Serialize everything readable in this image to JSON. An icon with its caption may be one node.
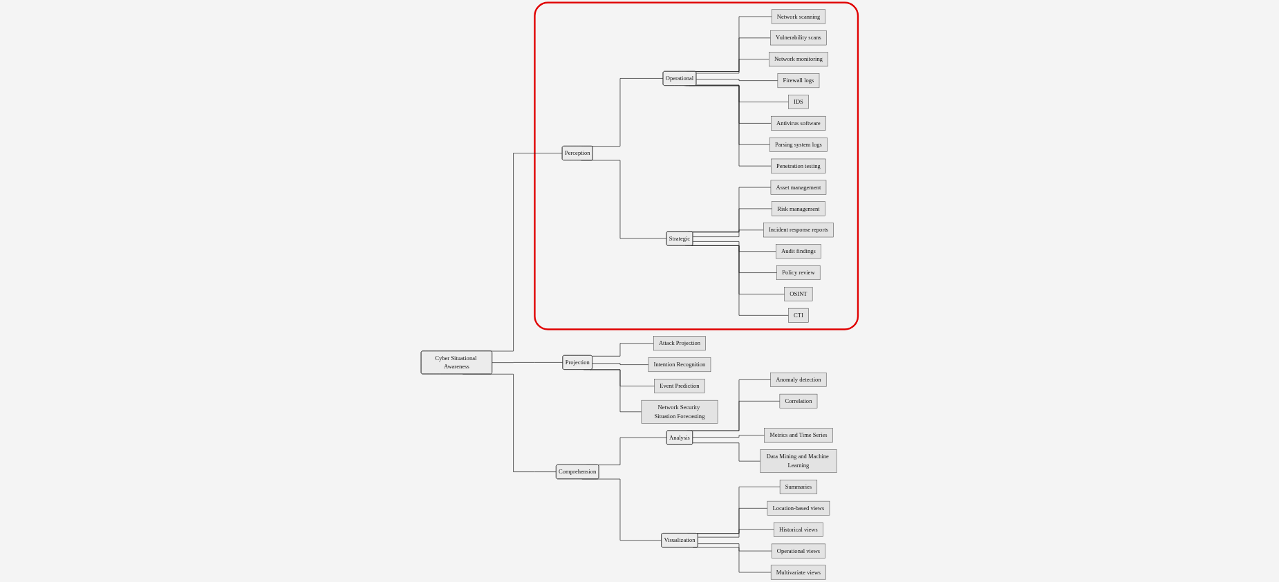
{
  "diagram": {
    "nodes": [
      {
        "text": [
          "Cyber Situational Awareness"
        ]
      },
      {
        "text": [],
        "shape": "box"
      },
      {
        "text": [
          "Perception"
        ],
        "in": 1
      },
      {
        "text": [
          "Operational"
        ],
        "in": 1
      },
      {
        "text": [
          "Network scanning"
        ],
        "in": 1
      },
      {
        "text": [
          "Vulnerability scans"
        ],
        "in": 1
      },
      {
        "text": [
          "Network monitoring"
        ],
        "in": 1
      },
      {
        "text": [
          "Firewall logs"
        ],
        "in": 1
      },
      {
        "text": [
          "IDS"
        ],
        "in": 1
      },
      {
        "text": [
          "Antivirus software"
        ],
        "in": 1
      },
      {
        "text": [
          "Parsing system logs"
        ],
        "in": 1
      },
      {
        "text": [
          "Penetration testing"
        ],
        "in": 1
      },
      {
        "text": [
          "Strategic"
        ],
        "in": 1
      },
      {
        "text": [
          "Asset management"
        ],
        "in": 1
      },
      {
        "text": [
          "Risk management"
        ],
        "in": 1
      },
      {
        "text": [
          "Incident response reports"
        ],
        "in": 1
      },
      {
        "text": [
          "Audit findings"
        ],
        "in": 1
      },
      {
        "text": [
          "Policy review"
        ],
        "in": 1
      },
      {
        "text": [
          "OSINT"
        ],
        "in": 1
      },
      {
        "text": [
          "CTI"
        ],
        "in": 1
      },
      {
        "text": [
          "Comprehension"
        ]
      },
      {
        "text": [
          "Analysis"
        ]
      },
      {
        "text": [
          "Anomaly detection"
        ]
      },
      {
        "text": [
          "Correlation"
        ]
      },
      {
        "text": [
          "Metrics and Time Series"
        ]
      },
      {
        "text": [
          "Data Mining and Machine Learning"
        ]
      },
      {
        "text": [
          "Visualization"
        ]
      },
      {
        "text": [
          "Summaries"
        ]
      },
      {
        "text": [
          "Location-based views"
        ]
      },
      {
        "text": [
          "Historical views"
        ]
      },
      {
        "text": [
          "Operational views"
        ]
      },
      {
        "text": [
          "Multivariate views"
        ]
      },
      {
        "text": [
          "Projection"
        ]
      },
      {
        "text": [
          "Attack Projection"
        ]
      },
      {
        "text": [
          "Intention Recognition"
        ]
      },
      {
        "text": [
          "Event Prediction"
        ]
      },
      {
        "text": [
          "Network Security Situation Forecasting"
        ]
      }
    ],
    "edges": [
      {
        "from": 0,
        "to": 2,
        "arrow": "none"
      },
      {
        "from": 0,
        "to": 20,
        "arrow": "none"
      },
      {
        "from": 0,
        "to": 32,
        "arrow": "none"
      },
      {
        "from": 2,
        "to": 3,
        "arrow": "none"
      },
      {
        "from": 2,
        "to": 12,
        "arrow": "none"
      },
      {
        "from": 3,
        "to": 4,
        "arrow": "none"
      },
      {
        "from": 3,
        "to": 5,
        "arrow": "none"
      },
      {
        "from": 3,
        "to": 6,
        "arrow": "none"
      },
      {
        "from": 3,
        "to": 7,
        "arrow": "none"
      },
      {
        "from": 3,
        "to": 8,
        "arrow": "none"
      },
      {
        "from": 3,
        "to": 9,
        "arrow": "none"
      },
      {
        "from": 3,
        "to": 10,
        "arrow": "none"
      },
      {
        "from": 3,
        "to": 11,
        "arrow": "none"
      },
      {
        "from": 12,
        "to": 13,
        "arrow": "none"
      },
      {
        "from": 12,
        "to": 14,
        "arrow": "none"
      },
      {
        "from": 12,
        "to": 15,
        "arrow": "none"
      },
      {
        "from": 12,
        "to": 16,
        "arrow": "none"
      },
      {
        "from": 12,
        "to": 17,
        "arrow": "none"
      },
      {
        "from": 12,
        "to": 18,
        "arrow": "none"
      },
      {
        "from": 12,
        "to": 19,
        "arrow": "none"
      },
      {
        "from": 20,
        "to": 21,
        "arrow": "none"
      },
      {
        "from": 20,
        "to": 26,
        "arrow": "none"
      },
      {
        "from": 21,
        "to": 22,
        "arrow": "none"
      },
      {
        "from": 21,
        "to": 23,
        "arrow": "none"
      },
      {
        "from": 21,
        "to": 24,
        "arrow": "none"
      },
      {
        "from": 21,
        "to": 25,
        "arrow": "none"
      },
      {
        "from": 26,
        "to": 27,
        "arrow": "none"
      },
      {
        "from": 26,
        "to": 28,
        "arrow": "none"
      },
      {
        "from": 26,
        "to": 29,
        "arrow": "none"
      },
      {
        "from": 26,
        "to": 30,
        "arrow": "none"
      },
      {
        "from": 26,
        "to": 31,
        "arrow": "none"
      },
      {
        "from": 32,
        "to": 33,
        "arrow": "none"
      },
      {
        "from": 32,
        "to": 34,
        "arrow": "none"
      },
      {
        "from": 32,
        "to": 35,
        "arrow": "none"
      },
      {
        "from": 32,
        "to": 36,
        "arrow": "none"
      }
    ]
  }
}
